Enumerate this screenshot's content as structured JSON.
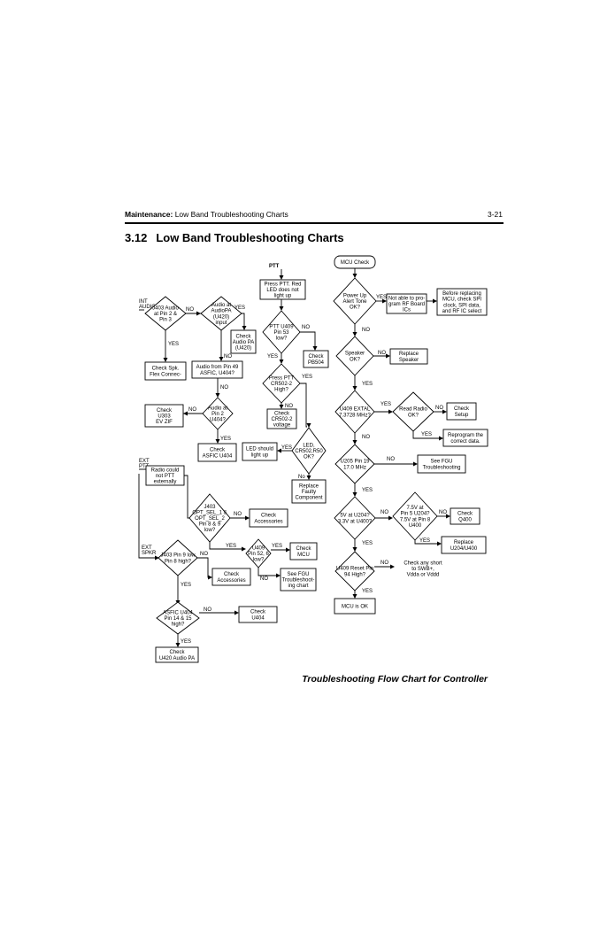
{
  "header": {
    "section_bold": "Maintenance:",
    "section_rest": " Low Band Troubleshooting Charts",
    "page_number": "3-21"
  },
  "title": {
    "number": "3.12",
    "text": "Low Band Troubleshooting Charts"
  },
  "caption": "Troubleshooting Flow Chart for Controller",
  "flowchart": {
    "entry_labels": {
      "ptt": "PTT",
      "int_audio": [
        "INT",
        "AUDIO"
      ],
      "ext_ptt": [
        "EXT",
        "PTT"
      ],
      "ext_spkr": [
        "EXT",
        "SPKR"
      ]
    },
    "left": {
      "j403_audio": [
        "J403 Audio",
        "at Pin 2 &",
        "Pin 3"
      ],
      "audio_pa": [
        "Audio at",
        "AudioPA",
        "(U420)",
        "input"
      ],
      "check_audio_pa": [
        "Check",
        "Audio PA",
        "(U420)"
      ],
      "check_spk_flex": [
        "Check Spk.",
        "Flex Connec-"
      ],
      "audio_from_pin": [
        "Audio from Pin 49",
        "ASFIC, U404?"
      ],
      "audio_pin2": [
        "Audio at",
        "Pin 2",
        "U404?"
      ],
      "check_u303": [
        "Check",
        "U303",
        "EV ZIF"
      ],
      "check_asfic": [
        "Check",
        "ASFIC U404"
      ],
      "radio_not_ptt": [
        "Radio could",
        "not PTT",
        "externally"
      ],
      "j403_opt": [
        "J403",
        "OPT_SEL_1 &",
        "OPT_SEL_2",
        "Pin 8 & 9",
        "low?"
      ],
      "check_accessories_1": [
        "Check",
        "Accessories"
      ],
      "u409_pin52": [
        "U409",
        "Pin 52, 6",
        "low?"
      ],
      "check_mcu": [
        "Check",
        "MCU"
      ],
      "see_fgu_chart": [
        "See FGU",
        "Troubleshoot-",
        "ing chart"
      ],
      "j403_pin9": [
        "J403 Pin 9 low",
        "Pin 8 high?"
      ],
      "check_accessories_2": [
        "Check",
        "Accessories"
      ],
      "asfic_u404": [
        "ASFIC U404",
        "Pin 14 & 15",
        "high?"
      ],
      "check_u404": [
        "Check",
        "U404"
      ],
      "check_u420": [
        "Check",
        "U420 Audio PA"
      ]
    },
    "middle": {
      "press_ptt": [
        "Press PTT. Red",
        "LED does not",
        "light up"
      ],
      "ptt_u409": [
        "PTT U409",
        "Pin 53",
        "low?"
      ],
      "check_pb504": [
        "Check",
        "PB504"
      ],
      "press_ptt_cr502": [
        "Press PTT",
        "CR502-2",
        "High?"
      ],
      "check_cr502": [
        "Check",
        "CR502-2",
        "voltage"
      ],
      "led_cr502": [
        "LED,",
        "CR502,R50",
        "OK?"
      ],
      "led_should": [
        "LED should",
        "light up"
      ],
      "replace_faulty": [
        "Replace",
        "Faulty",
        "Component"
      ]
    },
    "right": {
      "mcu_check": "MCU Check",
      "power_up": [
        "Power Up",
        "Alert Tone",
        "OK?"
      ],
      "not_able": [
        "Not able to pro-",
        "gram RF Board",
        "ICs"
      ],
      "before_replacing": [
        "Before replacing",
        "MCU, check SPI",
        "clock, SPI data,",
        "and RF IC select"
      ],
      "speaker_ok": [
        "Speaker",
        "OK?"
      ],
      "replace_speaker": [
        "Replace",
        "Speaker"
      ],
      "u409_extal": [
        "U409 EXTAL",
        "7.3728 MHz?"
      ],
      "read_radio": [
        "Read Radio",
        "OK?"
      ],
      "check_setup": [
        "Check",
        "Setup"
      ],
      "reprogram": [
        "Reprogram the",
        "correct data."
      ],
      "u205_pin19": [
        "U205 Pin 19",
        "17.0 MHz"
      ],
      "see_fgu_right": [
        "See FGU",
        "Troubleshooting"
      ],
      "5v_u204": [
        "5V at U204?",
        "3.3V at U400?"
      ],
      "7v5_pin5": [
        "7.5V at",
        "Pin 5 U204?",
        "7.5V at Pin 8",
        "U400"
      ],
      "check_q400": [
        "Check",
        "Q400"
      ],
      "replace_u204": [
        "Replace",
        "U204/U400"
      ],
      "u409_reset": [
        "U409 Reset Pin",
        "94 High?"
      ],
      "check_short": [
        "Check any short",
        "to SWB+,",
        "Vdda or Vddd"
      ],
      "mcu_ok": "MCU is OK"
    },
    "yes": "YES",
    "no": "NO",
    "no_mixed": "No"
  }
}
